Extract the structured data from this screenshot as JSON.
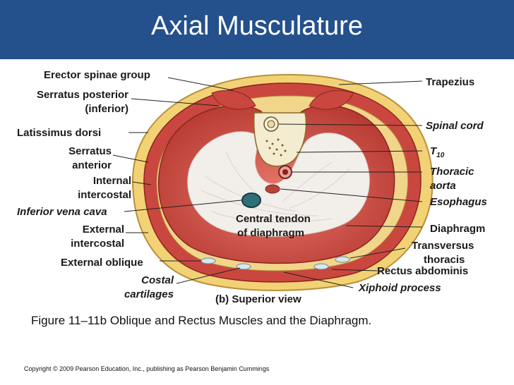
{
  "header": {
    "title": "Axial Musculature"
  },
  "figure": {
    "labels": {
      "erector_spinae": "Erector spinae group",
      "serratus_posterior": "Serratus posterior",
      "serratus_posterior_sub": "(inferior)",
      "latissimus": "Latissimus dorsi",
      "serratus_anterior": "Serratus",
      "serratus_anterior_sub": "anterior",
      "internal_intercostal": "Internal",
      "internal_intercostal_sub": "intercostal",
      "ivc": "Inferior vena cava",
      "external_intercostal": "External",
      "external_intercostal_sub": "intercostal",
      "external_oblique": "External oblique",
      "costal": "Costal",
      "costal_sub": "cartilages",
      "central_tendon": "Central tendon",
      "central_tendon_sub": "of diaphragm",
      "view": "(b) Superior view",
      "trapezius": "Trapezius",
      "spinal_cord": "Spinal cord",
      "t10_main": "T",
      "t10_sub": "10",
      "thoracic": "Thoracic",
      "thoracic_sub": "aorta",
      "esophagus": "Esophagus",
      "diaphragm": "Diaphragm",
      "transversus": "Transversus",
      "transversus_sub": "thoracis",
      "rectus": "Rectus abdominis",
      "xiphoid": "Xiphoid process"
    }
  },
  "caption": "Figure 11–11b Oblique and Rectus Muscles and the Diaphragm.",
  "copyright": "Copyright © 2009 Pearson Education, Inc., publishing as Pearson Benjamin Cummings",
  "colors": {
    "header": "#24508c",
    "muscle": "#c9473e",
    "tendon": "#f2eeea",
    "fat": "#f2d275"
  }
}
